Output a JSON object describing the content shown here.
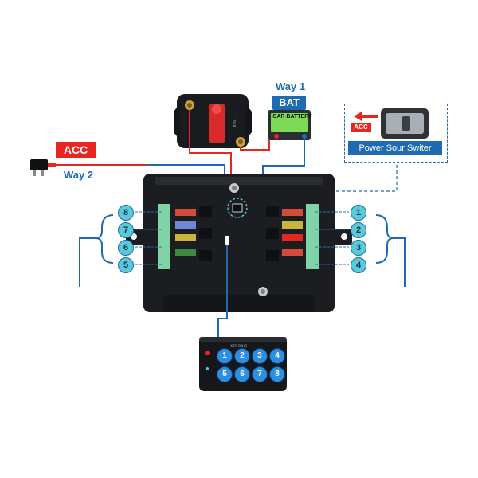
{
  "labels": {
    "acc": "ACC",
    "way2": "Way 2",
    "way1": "Way 1",
    "bat": "BAT",
    "car_battery": "CAR BATTERY",
    "power_switch": "Power Sour Switer",
    "acc_small": "ACC",
    "brand": "XTRONIC"
  },
  "channels_left": [
    "8",
    "7",
    "6",
    "5"
  ],
  "channels_right": [
    "1",
    "2",
    "3",
    "4"
  ],
  "keypad_keys": [
    "1",
    "2",
    "3",
    "4",
    "5",
    "6",
    "7",
    "8"
  ],
  "colors": {
    "red_wire": "#e8261f",
    "blue_wire": "#1f6bb3",
    "channel_badge": "#5cc9d6",
    "key_blue": "#2e8fe0",
    "box_body": "#1b1d21"
  }
}
